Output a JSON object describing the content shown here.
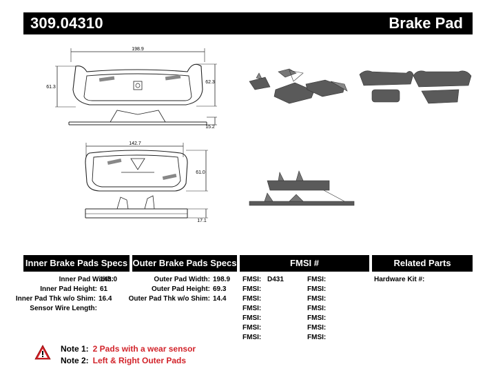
{
  "header": {
    "part_number": "309.04310",
    "product": "Brake Pad"
  },
  "dimensions": {
    "outer_width": "198.9",
    "outer_left_height": "61.3",
    "outer_right_height": "62.3",
    "outer_thickness": "15.2",
    "inner_width": "142.7",
    "inner_height": "61.0",
    "inner_thickness": "17.1"
  },
  "sections": {
    "inner": "Inner Brake Pads Specs",
    "outer": "Outer Brake Pads Specs",
    "fmsi": "FMSI #",
    "related": "Related Parts"
  },
  "inner_specs": [
    {
      "label": "Inner Pad Width:",
      "value": "143.0"
    },
    {
      "label": "Inner Pad Height:",
      "value": "61"
    },
    {
      "label": "Inner Pad Thk w/o Shim:",
      "value": "16.4"
    },
    {
      "label": "Sensor Wire Length:",
      "value": ""
    }
  ],
  "outer_specs": [
    {
      "label": "Outer Pad Width:",
      "value": "198.9"
    },
    {
      "label": "Outer Pad Height:",
      "value": "69.3"
    },
    {
      "label": "Outer Pad Thk w/o Shim:",
      "value": "14.4"
    }
  ],
  "fmsi": {
    "label": "FMSI:",
    "left": [
      "D431",
      "",
      "",
      "",
      "",
      "",
      ""
    ],
    "right": [
      "",
      "",
      "",
      "",
      "",
      "",
      ""
    ]
  },
  "related": {
    "hardware_label": "Hardware Kit #:",
    "hardware_value": ""
  },
  "notes": [
    {
      "label": "Note 1:",
      "text": "2 Pads with a wear sensor"
    },
    {
      "label": "Note 2:",
      "text": "Left & Right Outer Pads"
    }
  ],
  "colors": {
    "note_red": "#d2232a",
    "pad_gray": "#5a5a5a"
  }
}
